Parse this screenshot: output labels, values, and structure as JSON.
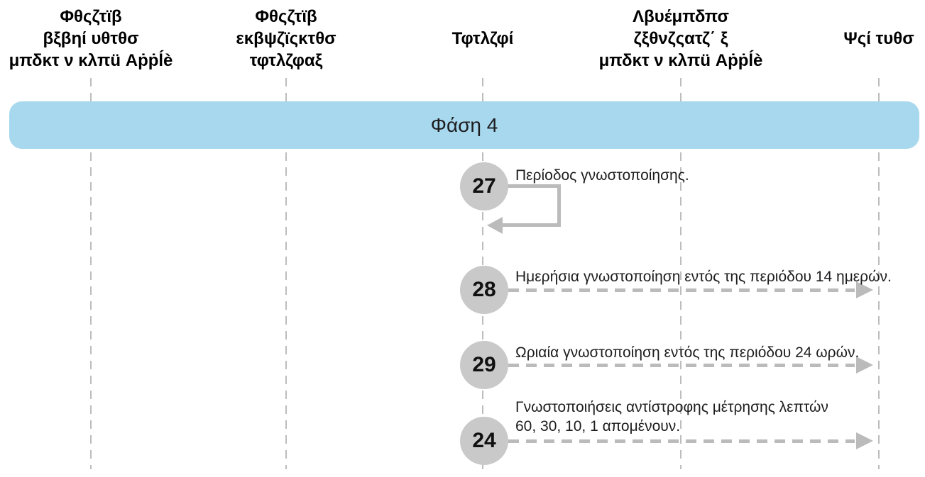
{
  "colors": {
    "banner_bg": "#A8D8EE",
    "node_bg": "#C9C9C9",
    "arrow": "#BBBBBB",
    "lane_line": "#BDBDBD",
    "text": "#1D1D1F"
  },
  "columns": [
    {
      "label": "Φθςζτϊβ\nβξβηί υθτθσ\nμπδκτ ν κλπü Αṗṗĺè"
    },
    {
      "label": "Φθςζτϊβ\nεκβψζϊςκτθσ\nτφτλζφαξ"
    },
    {
      "label": "Τφτλζφί"
    },
    {
      "label": "Λβυέμπδπσ\nζξθνζςατζ΄ ξ\nμπδκτ ν κλπü Αṗṗĺè"
    },
    {
      "label": "Ψςί τυθσ"
    }
  ],
  "phase_banner": {
    "label": "Φάση 4"
  },
  "steps": [
    {
      "number": "27",
      "label": "Περίοδος γνωστοποίησης.",
      "arrow": "self-loop"
    },
    {
      "number": "28",
      "label": "Ημερήσια γνωστοποίηση εντός της περιόδου 14 ημερών.",
      "arrow": "dashed-right"
    },
    {
      "number": "29",
      "label": "Ωριαία γνωστοποίηση εντός της περιόδου 24 ωρών.",
      "arrow": "dashed-right"
    },
    {
      "number": "24",
      "label": "Γνωστοποιήσεις αντίστροφης μέτρησης λεπτών\n60, 30, 10, 1 απομένουν.",
      "arrow": "dashed-right"
    }
  ]
}
